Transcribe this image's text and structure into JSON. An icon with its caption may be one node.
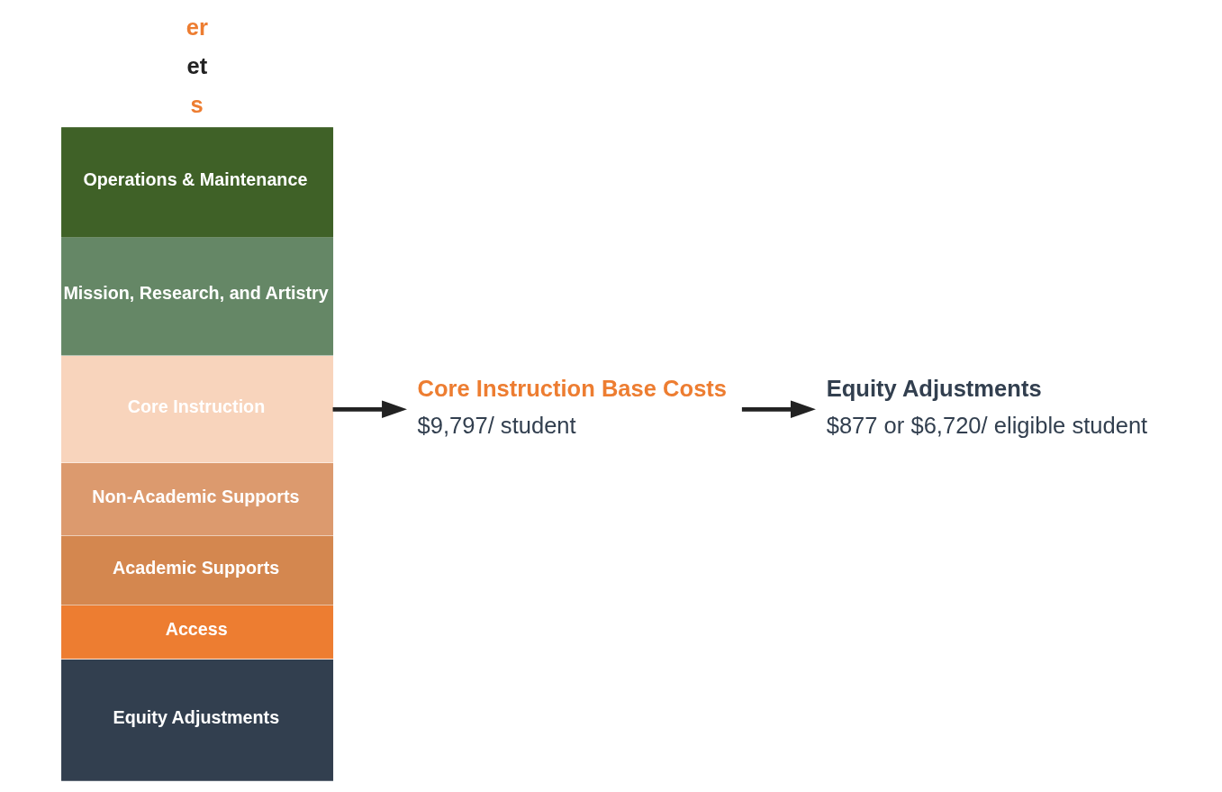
{
  "diagram": {
    "nodes": [
      {
        "text": [
          "Equity Adjustments"
        ]
      },
      {
        "text": [
          "Access"
        ]
      },
      {
        "text": [
          "Academic Supports"
        ]
      },
      {
        "text": [
          "Non-Academic Supports"
        ]
      },
      {
        "text": [
          "Core Instruction"
        ]
      },
      {
        "text": [
          "Mission, Research, and Artistry"
        ]
      },
      {
        "text": [
          "Operations & Maintenance"
        ]
      },
      {
        "text": [
          "Core Instruction Base Costs",
          "$9,797/ student"
        ]
      },
      {
        "text": [
          "Equity Adjustments",
          "$877 or $6,720/ eligible student"
        ]
      }
    ],
    "edges": [
      {
        "from": 4,
        "to": 7,
        "arrow": "to"
      },
      {
        "from": 7,
        "to": 8,
        "arrow": "to"
      }
    ],
    "labels": [
      "s",
      "et",
      "er"
    ]
  }
}
